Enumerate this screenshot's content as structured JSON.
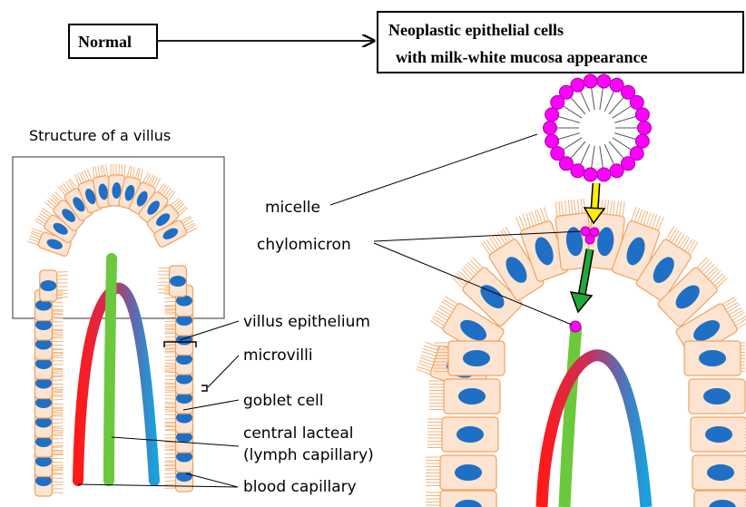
{
  "titles": {
    "normal": "Normal",
    "neoplastic_line1": "Neoplastic epithelial cells",
    "neoplastic_line2": "with milk-white mucosa appearance"
  },
  "labels": {
    "structure": "Structure of a villus",
    "micelle": "micelle",
    "chylomicron": "chylomicron",
    "villus_epithelium": "villus epithelium",
    "microvilli": "microvilli",
    "goblet_cell": "goblet cell",
    "central_lacteal_line1": "central lacteal",
    "central_lacteal_line2": "(lymph capillary)",
    "blood_capillary": "blood capillary"
  },
  "colors": {
    "cell_fill": "#fce4d0",
    "cell_stroke": "#f0a262",
    "microvilli": "#f5b27a",
    "nucleus": "#1f6fc4",
    "lacteal": "#6cc83c",
    "blood_red": "#ff1a1a",
    "blood_blue": "#1aa0dc",
    "micelle": "#ff00ff",
    "arrow_yellow": "#ffee00",
    "arrow_green": "#22a83a"
  }
}
